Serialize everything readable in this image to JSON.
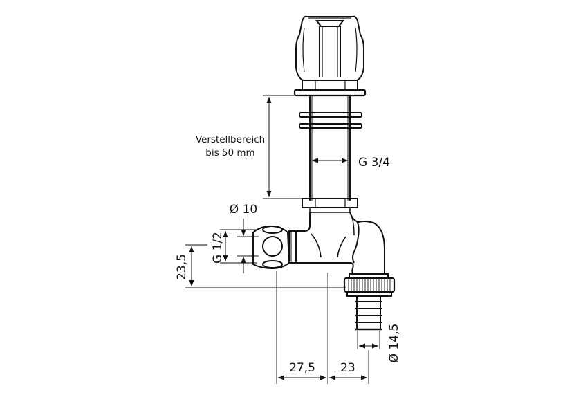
{
  "diagram": {
    "type": "technical-drawing",
    "subject": "tap valve with hose connector",
    "colors": {
      "line": "#111111",
      "background": "#ffffff"
    }
  },
  "labels": {
    "adjustment_range_line1": "Verstellbereich",
    "adjustment_range_line2": "bis 50 mm",
    "thread_top": "G 3/4",
    "inlet_diameter": "Ø 10",
    "inlet_thread": "G 1/2",
    "height_outlet": "23,5",
    "hose_diameter": "Ø 14,5",
    "horizontal_1": "27,5",
    "horizontal_2": "23"
  }
}
